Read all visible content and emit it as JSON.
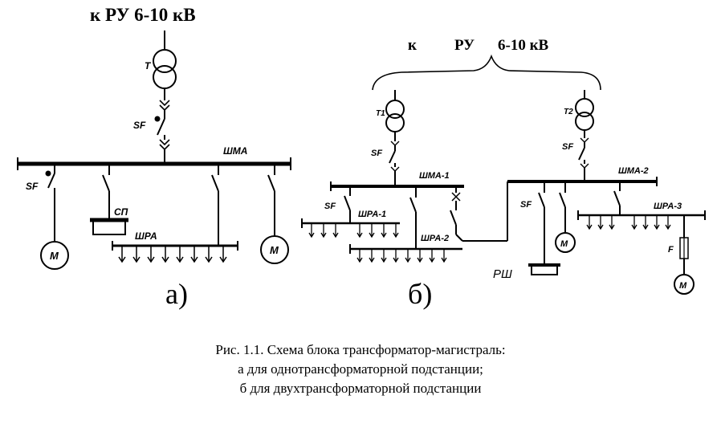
{
  "diagram": {
    "a": {
      "source_label": "к РУ 6-10 кВ",
      "transformer_label": "Т",
      "breaker_label": "SF",
      "feeder_breaker_label": "SF",
      "busbar_label": "ШМА",
      "panel_label": "СП",
      "distribution_label": "ШРА",
      "motor_label": "M",
      "sub_label": "а)"
    },
    "b": {
      "source_label_k": "к",
      "source_label_ru": "РУ",
      "source_label_kv": "6-10 кВ",
      "t1_label": "Т1",
      "t2_label": "Т2",
      "sf1_label": "SF",
      "sf2_label": "SF",
      "sf3_label": "SF",
      "sf4_label": "SF",
      "busbar1_label": "ШМА-1",
      "busbar2_label": "ШМА-2",
      "dist1_label": "ШРА-1",
      "dist2_label": "ШРА-2",
      "dist3_label": "ШРА-3",
      "rsh_label": "РШ",
      "fuse_label": "F",
      "motor_label": "M",
      "sub_label": "б)"
    }
  },
  "caption": {
    "line1": "Рис. 1.1. Схема блока трансформатор-магистраль:",
    "line2": "а для однотрансформаторной подстанции;",
    "line3": "б для двухтрансформаторной подстанции"
  }
}
